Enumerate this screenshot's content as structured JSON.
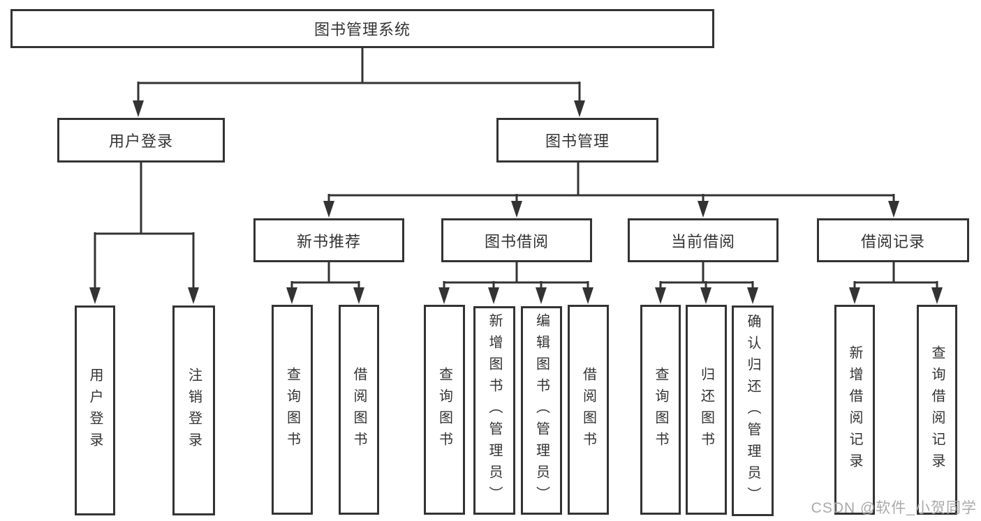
{
  "colors": {
    "line": "#333333",
    "text": "#333333",
    "background": "#ffffff",
    "watermark": "#aaaaaa"
  },
  "tree": {
    "root": {
      "label": "图书管理系统"
    },
    "branches": [
      {
        "label": "用户登录",
        "children": [
          {
            "label": "用户登录"
          },
          {
            "label": "注销登录"
          }
        ]
      },
      {
        "label": "图书管理",
        "children": [
          {
            "label": "新书推荐",
            "children": [
              {
                "label": "查询图书"
              },
              {
                "label": "借阅图书"
              }
            ]
          },
          {
            "label": "图书借阅",
            "children": [
              {
                "label": "查询图书"
              },
              {
                "label": "新增图书（管理员）"
              },
              {
                "label": "编辑图书（管理员）"
              },
              {
                "label": "借阅图书"
              }
            ]
          },
          {
            "label": "当前借阅",
            "children": [
              {
                "label": "查询图书"
              },
              {
                "label": "归还图书"
              },
              {
                "label": "确认归还（管理员）"
              }
            ]
          },
          {
            "label": "借阅记录",
            "children": [
              {
                "label": "新增借阅记录"
              },
              {
                "label": "查询借阅记录"
              }
            ]
          }
        ]
      }
    ]
  },
  "watermark": {
    "text": "CSDN @软件_小贺同学"
  }
}
